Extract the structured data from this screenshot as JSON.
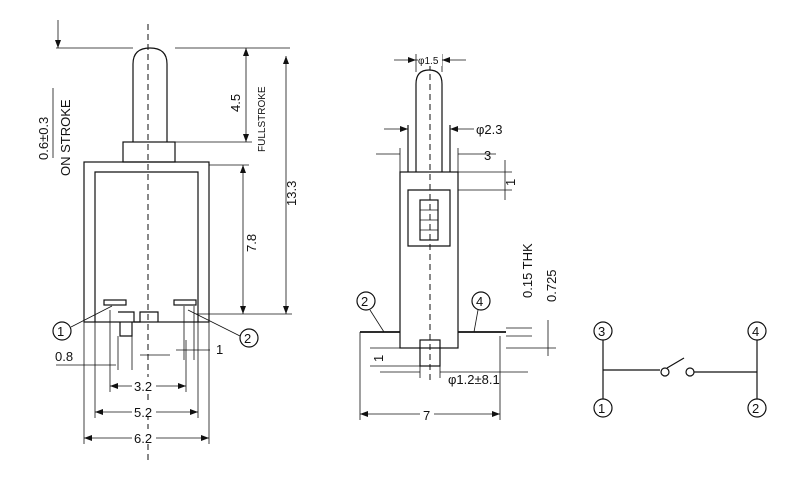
{
  "left_view": {
    "on_stroke_value": "0.6±0.3",
    "on_stroke_label": "ON STROKE",
    "full_stroke_value": "4.5",
    "full_stroke_label": "FULLSTROKE",
    "overall_height": "13.3",
    "body_height": "7.8",
    "pin_offset": "0.8",
    "pin_width": "1",
    "pin_pitch": "3.2",
    "body_inner_width": "5.2",
    "body_width": "6.2",
    "terminal_left": "1",
    "terminal_right": "2"
  },
  "side_view": {
    "actuator_dia": "φ1.5",
    "collar_dia": "φ2.3",
    "collar_offset": "3",
    "collar_step": "1",
    "terminal_thickness": "0.15 THK",
    "terminal_offset": "0.725",
    "pin_spec": "φ1.2±8.1",
    "pin_step": "1",
    "depth": "7",
    "terminal_left": "2",
    "terminal_right": "4"
  },
  "schematic": {
    "terminal_top_left": "3",
    "terminal_bottom_left": "1",
    "terminal_top_right": "4",
    "terminal_bottom_right": "2"
  }
}
